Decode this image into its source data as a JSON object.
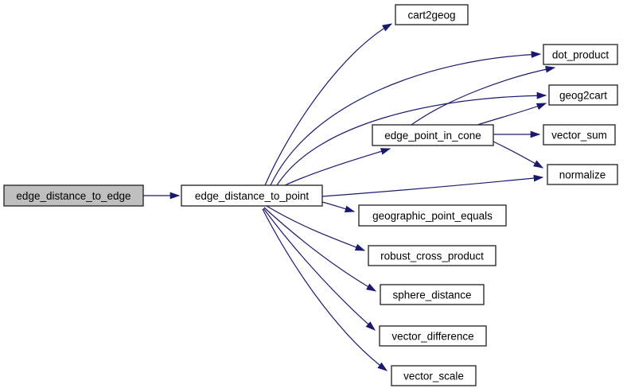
{
  "diagram": {
    "kind": "call-graph",
    "root": "edge_distance_to_edge",
    "colors": {
      "edge": "#191970",
      "node_border": "#2d2d2d",
      "node_fill": "#ffffff",
      "highlight_fill": "#bfbfbf",
      "background": "#ffffff",
      "text": "#000000"
    },
    "nodes": {
      "edge_distance_to_edge": {
        "label": "edge_distance_to_edge",
        "highlighted": true
      },
      "edge_distance_to_point": {
        "label": "edge_distance_to_point"
      },
      "cart2geog": {
        "label": "cart2geog"
      },
      "dot_product": {
        "label": "dot_product"
      },
      "geog2cart": {
        "label": "geog2cart"
      },
      "edge_point_in_cone": {
        "label": "edge_point_in_cone"
      },
      "vector_sum": {
        "label": "vector_sum"
      },
      "normalize": {
        "label": "normalize"
      },
      "geographic_point_equals": {
        "label": "geographic_point_equals"
      },
      "robust_cross_product": {
        "label": "robust_cross_product"
      },
      "sphere_distance": {
        "label": "sphere_distance"
      },
      "vector_difference": {
        "label": "vector_difference"
      },
      "vector_scale": {
        "label": "vector_scale"
      }
    },
    "edges": [
      {
        "from": "edge_distance_to_edge",
        "to": "edge_distance_to_point"
      },
      {
        "from": "edge_distance_to_point",
        "to": "cart2geog"
      },
      {
        "from": "edge_distance_to_point",
        "to": "dot_product"
      },
      {
        "from": "edge_distance_to_point",
        "to": "geog2cart"
      },
      {
        "from": "edge_distance_to_point",
        "to": "edge_point_in_cone"
      },
      {
        "from": "edge_distance_to_point",
        "to": "normalize"
      },
      {
        "from": "edge_distance_to_point",
        "to": "geographic_point_equals"
      },
      {
        "from": "edge_distance_to_point",
        "to": "robust_cross_product"
      },
      {
        "from": "edge_distance_to_point",
        "to": "sphere_distance"
      },
      {
        "from": "edge_distance_to_point",
        "to": "vector_difference"
      },
      {
        "from": "edge_distance_to_point",
        "to": "vector_scale"
      },
      {
        "from": "edge_point_in_cone",
        "to": "dot_product"
      },
      {
        "from": "edge_point_in_cone",
        "to": "geog2cart"
      },
      {
        "from": "edge_point_in_cone",
        "to": "vector_sum"
      },
      {
        "from": "edge_point_in_cone",
        "to": "normalize"
      }
    ]
  }
}
